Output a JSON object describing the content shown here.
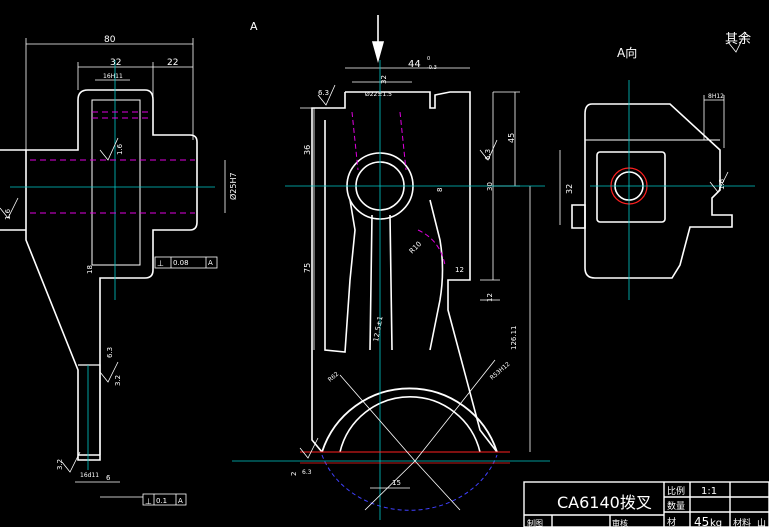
{
  "drawing": {
    "view_labels": {
      "section_a": "A",
      "view_a": "A向"
    },
    "surface_note": "其余",
    "left_view": {
      "dims": {
        "total_width": "80",
        "left_part": "32",
        "right_part": "22",
        "slot": "16H11",
        "bore": "Ø25H7",
        "ra_left": "1.6",
        "ra_slot": "1.6",
        "step": "6.3",
        "gap": "18",
        "lower_ra": "3.2",
        "lower_slot": "16d11",
        "lower_small": "6",
        "lower_ra2": "3.2"
      },
      "tolerance_1": {
        "symbol": "⊥",
        "value": "0.08",
        "datum": "A"
      },
      "tolerance_2": {
        "symbol": "⊥",
        "value": "0.1",
        "datum": "A"
      }
    },
    "front_view": {
      "dims": {
        "top_width": "44",
        "top_tol_upper": "0",
        "top_tol_lower": "-0.3",
        "top_inner": "32",
        "top_ra": "6.3",
        "top_hole": "Ø22±1.5",
        "left_height": "36",
        "right_height": "45",
        "right_mid": "30",
        "left_lower": "75",
        "right_lower": "126.11",
        "right_small": "12",
        "right_small2": "12",
        "ra_right": "6.3",
        "fillet": "R10",
        "web": "12.5±1",
        "radius_outer": "R62",
        "radius_arc": "R53H12",
        "bottom_small": "15",
        "bottom_ra": "6.3",
        "bottom_left": "2",
        "corner": "8"
      }
    },
    "a_view": {
      "dims": {
        "top_slot": "8H12",
        "left_dim": "32",
        "ra_right": "1.6"
      }
    },
    "title_block": {
      "part_name": "CA6140拨叉",
      "scale_label": "比例",
      "scale_value": "1:1",
      "qty_label": "数量",
      "material_prefix": "材",
      "material_value": "45",
      "unit_value": "kg",
      "weight_label": "材料",
      "drawn_label": "制图",
      "check_label": "审核",
      "unit_suffix": "山"
    }
  }
}
